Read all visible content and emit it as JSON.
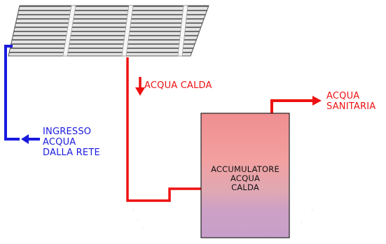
{
  "labels": {
    "hot_water": "ACQUA CALDA",
    "sanitary": [
      "ACQUA",
      "SANITARIA"
    ],
    "inlet": [
      "INGRESSO",
      "ACQUA",
      "DALLA RETE"
    ],
    "tank": [
      "ACCUMULATORE",
      "ACQUA",
      "CALDA"
    ]
  },
  "colors": {
    "hot_pipe": "#ee1111",
    "cold_pipe": "#1a1adf",
    "tank_top": "#f08e90",
    "tank_bottom": "#c8a0c8"
  }
}
